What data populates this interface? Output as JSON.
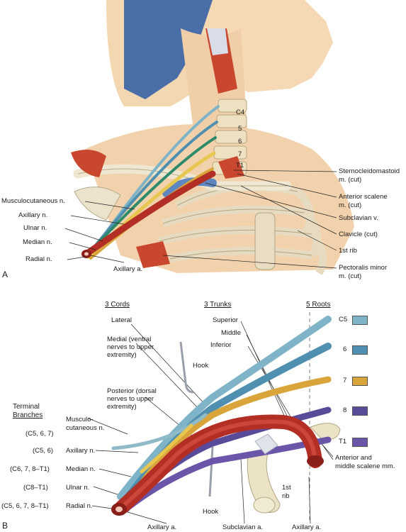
{
  "panel_a": {
    "letter": "A",
    "vertebrae": [
      "C4",
      "5",
      "6",
      "7",
      "T1"
    ],
    "labels_left": {
      "musculocutaneous": "Musculocutaneous n.",
      "axillary": "Axillary n.",
      "ulnar": "Ulnar n.",
      "median": "Median n.",
      "radial": "Radial n.",
      "axillary_artery": "Axillary a."
    },
    "labels_right": {
      "scm_1": "Sternocleidomastoid",
      "scm_2": "m. (cut)",
      "scalene_1": "Anterior scalene",
      "scalene_2": "m. (cut)",
      "subclavian_vein": "Subclavian v.",
      "clavicle": "Clavicle (cut)",
      "first_rib": "1st rib",
      "pec_1": "Pectoralis minor",
      "pec_2": "m. (cut)"
    }
  },
  "panel_b": {
    "letter": "B",
    "headers": {
      "cords": "3 Cords",
      "trunks": "3 Trunks",
      "roots": "5 Roots"
    },
    "cords": {
      "lateral": "Lateral",
      "medial": "Medial (ventral nerves to upper extremity)",
      "posterior": "Posterior (dorsal nerves to upper extremity)"
    },
    "trunks": {
      "superior": "Superior",
      "middle": "Middle",
      "inferior": "Inferior"
    },
    "roots": [
      {
        "label": "C5",
        "color": "#7fb3c7"
      },
      {
        "label": "6",
        "color": "#4f8fb0"
      },
      {
        "label": "7",
        "color": "#d9a53a"
      },
      {
        "label": "8",
        "color": "#5a4a9a"
      },
      {
        "label": "T1",
        "color": "#6a55a8"
      }
    ],
    "terminal_header_1": "Terminal",
    "terminal_header_2": "Branches",
    "terminal": [
      {
        "roots": "(C5, 6, 7)",
        "nerve": "Musculo-",
        "nerve2": "cutaneous n."
      },
      {
        "roots": "(C5, 6)",
        "nerve": "Axillary n.",
        "nerve2": ""
      },
      {
        "roots": "(C6, 7, 8–T1)",
        "nerve": "Median n.",
        "nerve2": ""
      },
      {
        "roots": "(C8–T1)",
        "nerve": "Ulnar n.",
        "nerve2": ""
      },
      {
        "roots": "(C5, 6, 7, 8–T1)",
        "nerve": "Radial n.",
        "nerve2": ""
      }
    ],
    "hook_1": "Hook",
    "hook_2": "Hook",
    "scalene_1": "Anterior and",
    "scalene_2": "middle scalene mm.",
    "rib_1": "1st",
    "rib_2": "rib",
    "bottom": {
      "axillary_left": "Axillary a.",
      "subclavian": "Subclavian a.",
      "axillary_right": "Axillary a."
    }
  }
}
